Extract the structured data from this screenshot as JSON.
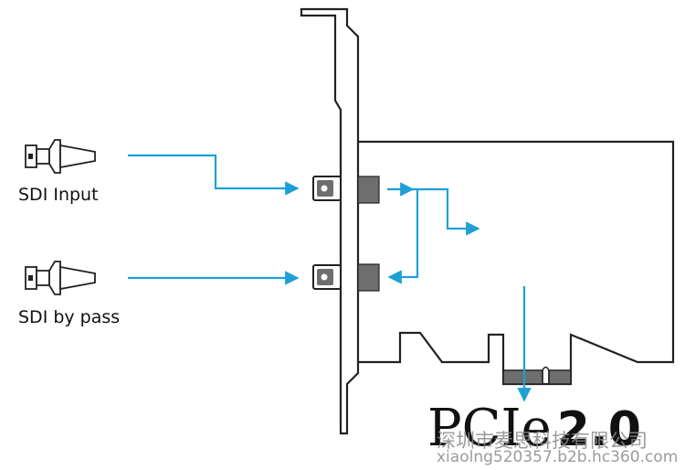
{
  "inputs": {
    "sdi_input": "SDI Input",
    "sdi_bypass": "SDI by pass"
  },
  "title": {
    "pcie": "PCIe",
    "version": "2.0"
  },
  "watermark": {
    "line1": "深圳市麦思科技有限公司",
    "line2": "xiaolng520357.b2b.hc360.com"
  },
  "colors": {
    "arrow": "#1e9fd6",
    "outline": "#222222",
    "connector_fill": "#6e6e6e"
  },
  "icons": [
    "bnc-connector-icon",
    "bnc-connector-icon"
  ]
}
